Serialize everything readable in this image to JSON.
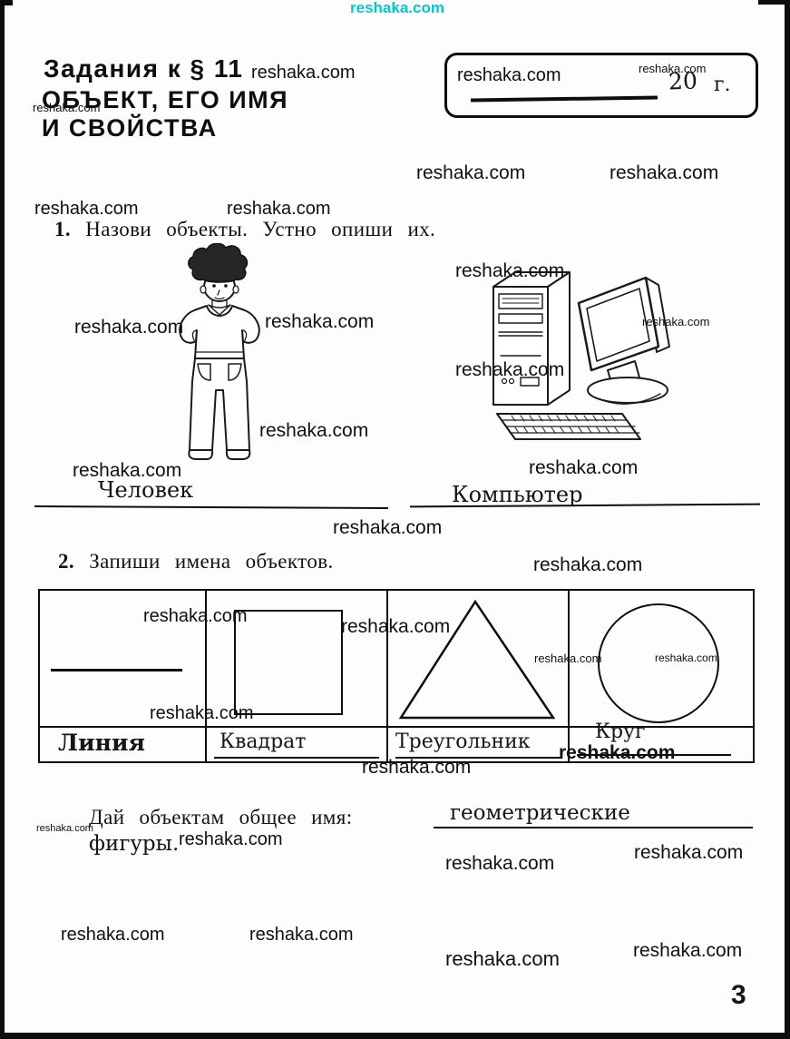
{
  "watermark": {
    "text": "reshaka.com",
    "accent_color": "#00c9ca"
  },
  "header": {
    "title_line1": "Задания к § 11",
    "title_line2": "ОБЪЕКТ, ЕГО ИМЯ",
    "title_line3": "И СВОЙСТВА"
  },
  "date_box": {
    "year_prefix": "20",
    "year_suffix": "г."
  },
  "task1": {
    "number": "1.",
    "text": "Назови объекты. Устно опиши их.",
    "answers": [
      {
        "label": "Человек"
      },
      {
        "label": "Компьютер"
      }
    ]
  },
  "task2": {
    "number": "2.",
    "text": "Запиши имена объектов.",
    "cells": [
      {
        "shape": "line",
        "answer": "Линия"
      },
      {
        "shape": "square",
        "answer": "Квадрат"
      },
      {
        "shape": "triangle",
        "answer": "Треугольник"
      },
      {
        "shape": "circle",
        "answer": "Круг"
      }
    ],
    "followup_prompt": "Дай объектам общее имя:",
    "followup_answer_line1": "геометрические",
    "followup_answer_line2": "фигуры."
  },
  "page": {
    "number": "3"
  }
}
